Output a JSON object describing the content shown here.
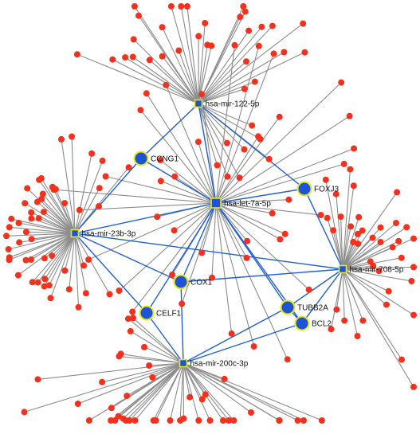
{
  "colors": {
    "background": "#ffffff",
    "grey_edge": "#8c8c8c",
    "blue_edge": "#1e5fd8",
    "mirna_fill": "#1f53d6",
    "mirna_stroke": "#e8e81c",
    "gene_fill": "#1f53d6",
    "gene_stroke": "#e8e81c",
    "target_fill": "#f4311d"
  },
  "mirnas": [
    {
      "id": "m122",
      "label": "hsa-mir-122-5p"
    },
    {
      "id": "let7",
      "label": "hsa-let-7a-5p"
    },
    {
      "id": "m23b",
      "label": "hsa-mir-23b-3p"
    },
    {
      "id": "m708",
      "label": "hsa-mir-708-5p"
    },
    {
      "id": "m200c",
      "label": "hsa-mir-200c-3p"
    }
  ],
  "genes": [
    {
      "id": "ccng1",
      "label": "CCNG1"
    },
    {
      "id": "foxj3",
      "label": "FOXJ3"
    },
    {
      "id": "cox1",
      "label": "COX1"
    },
    {
      "id": "celf1",
      "label": "CELF1"
    },
    {
      "id": "tubb2a",
      "label": "TUBB2A"
    },
    {
      "id": "bcl2",
      "label": "BCL2"
    }
  ],
  "blue_links": [
    [
      "m122",
      "ccng1"
    ],
    [
      "m122",
      "foxj3"
    ],
    [
      "m122",
      "let7"
    ],
    [
      "ccng1",
      "m23b"
    ],
    [
      "ccng1",
      "let7"
    ],
    [
      "foxj3",
      "m708"
    ],
    [
      "foxj3",
      "let7"
    ],
    [
      "m23b",
      "cox1"
    ],
    [
      "m23b",
      "celf1"
    ],
    [
      "m23b",
      "let7"
    ],
    [
      "m23b",
      "m708"
    ],
    [
      "let7",
      "cox1"
    ],
    [
      "let7",
      "celf1"
    ],
    [
      "let7",
      "tubb2a"
    ],
    [
      "let7",
      "bcl2"
    ],
    [
      "cox1",
      "m708"
    ],
    [
      "cox1",
      "m200c"
    ],
    [
      "celf1",
      "m200c"
    ],
    [
      "m708",
      "tubb2a"
    ],
    [
      "m708",
      "bcl2"
    ],
    [
      "tubb2a",
      "m200c"
    ],
    [
      "bcl2",
      "m200c"
    ],
    [
      "tubb2a",
      "bcl2"
    ]
  ]
}
